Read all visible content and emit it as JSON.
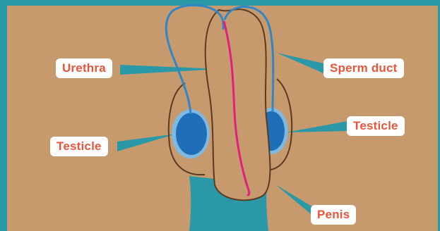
{
  "colors": {
    "background": "#2a98a6",
    "skin": "#c79a6e",
    "outline": "#5b3a22",
    "testicle": "#1f6fb8",
    "duct": "#2f86c8",
    "urethra": "#e0207a",
    "label_text": "#e8553a",
    "leader": "#2a98a6"
  },
  "labels": {
    "urethra": "Urethra",
    "sperm_duct": "Sperm duct",
    "testicle_left": "Testicle",
    "testicle_right": "Testicle",
    "penis": "Penis"
  }
}
